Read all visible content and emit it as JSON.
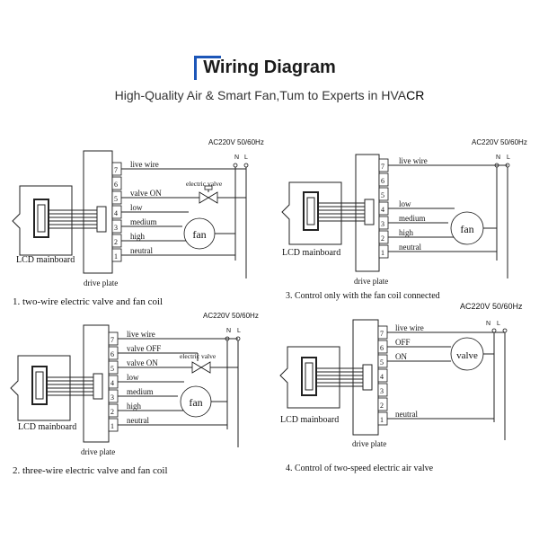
{
  "header": {
    "title": "Wiring Diagram",
    "subtitle_main": "High-Quality Air & Smart Fan,Tum to Experts in HVA",
    "subtitle_tail": "CR"
  },
  "colors": {
    "accent": "#1c56b8",
    "line": "#222222"
  },
  "panels": [
    {
      "caption": "1. two-wire electric valve and fan coil",
      "power": "AC220V 50/60Hz",
      "n_label": "N",
      "l_label": "L",
      "mainboard_label": "LCD mainboard",
      "drive_plate_label": "drive plate",
      "terminals": [
        "7",
        "6",
        "5",
        "4",
        "3",
        "2",
        "1"
      ],
      "wire_labels": [
        "live wire",
        "valve ON",
        "low",
        "medium",
        "high",
        "neutral"
      ],
      "device_label": "fan",
      "valve_label": "electric valve"
    },
    {
      "caption": "3. Control only with the fan coil connected",
      "power": "AC220V 50/60Hz",
      "n_label": "N",
      "l_label": "L",
      "mainboard_label": "LCD mainboard",
      "drive_plate_label": "drive plate",
      "terminals": [
        "7",
        "6",
        "5",
        "4",
        "3",
        "2",
        "1"
      ],
      "wire_labels": [
        "live wire",
        "low",
        "medium",
        "high",
        "neutral"
      ],
      "device_label": "fan"
    },
    {
      "caption": "2. three-wire electric valve and fan coil",
      "power": "AC220V 50/60Hz",
      "n_label": "N",
      "l_label": "L",
      "mainboard_label": "LCD mainboard",
      "drive_plate_label": "drive plate",
      "terminals": [
        "7",
        "6",
        "5",
        "4",
        "3",
        "2",
        "1"
      ],
      "wire_labels": [
        "live wire",
        "valve OFF",
        "valve ON",
        "low",
        "medium",
        "high",
        "neutral"
      ],
      "device_label": "fan",
      "valve_label": "electric valve"
    },
    {
      "caption": "4. Control of two-speed electric air valve",
      "power": "AC220V 50/60Hz",
      "n_label": "N",
      "l_label": "L",
      "mainboard_label": "LCD mainboard",
      "drive_plate_label": "drive plate",
      "terminals": [
        "7",
        "6",
        "5",
        "4",
        "3",
        "2",
        "1"
      ],
      "wire_labels": [
        "live wire",
        "OFF",
        "ON",
        "neutral"
      ],
      "device_label": "valve"
    }
  ]
}
